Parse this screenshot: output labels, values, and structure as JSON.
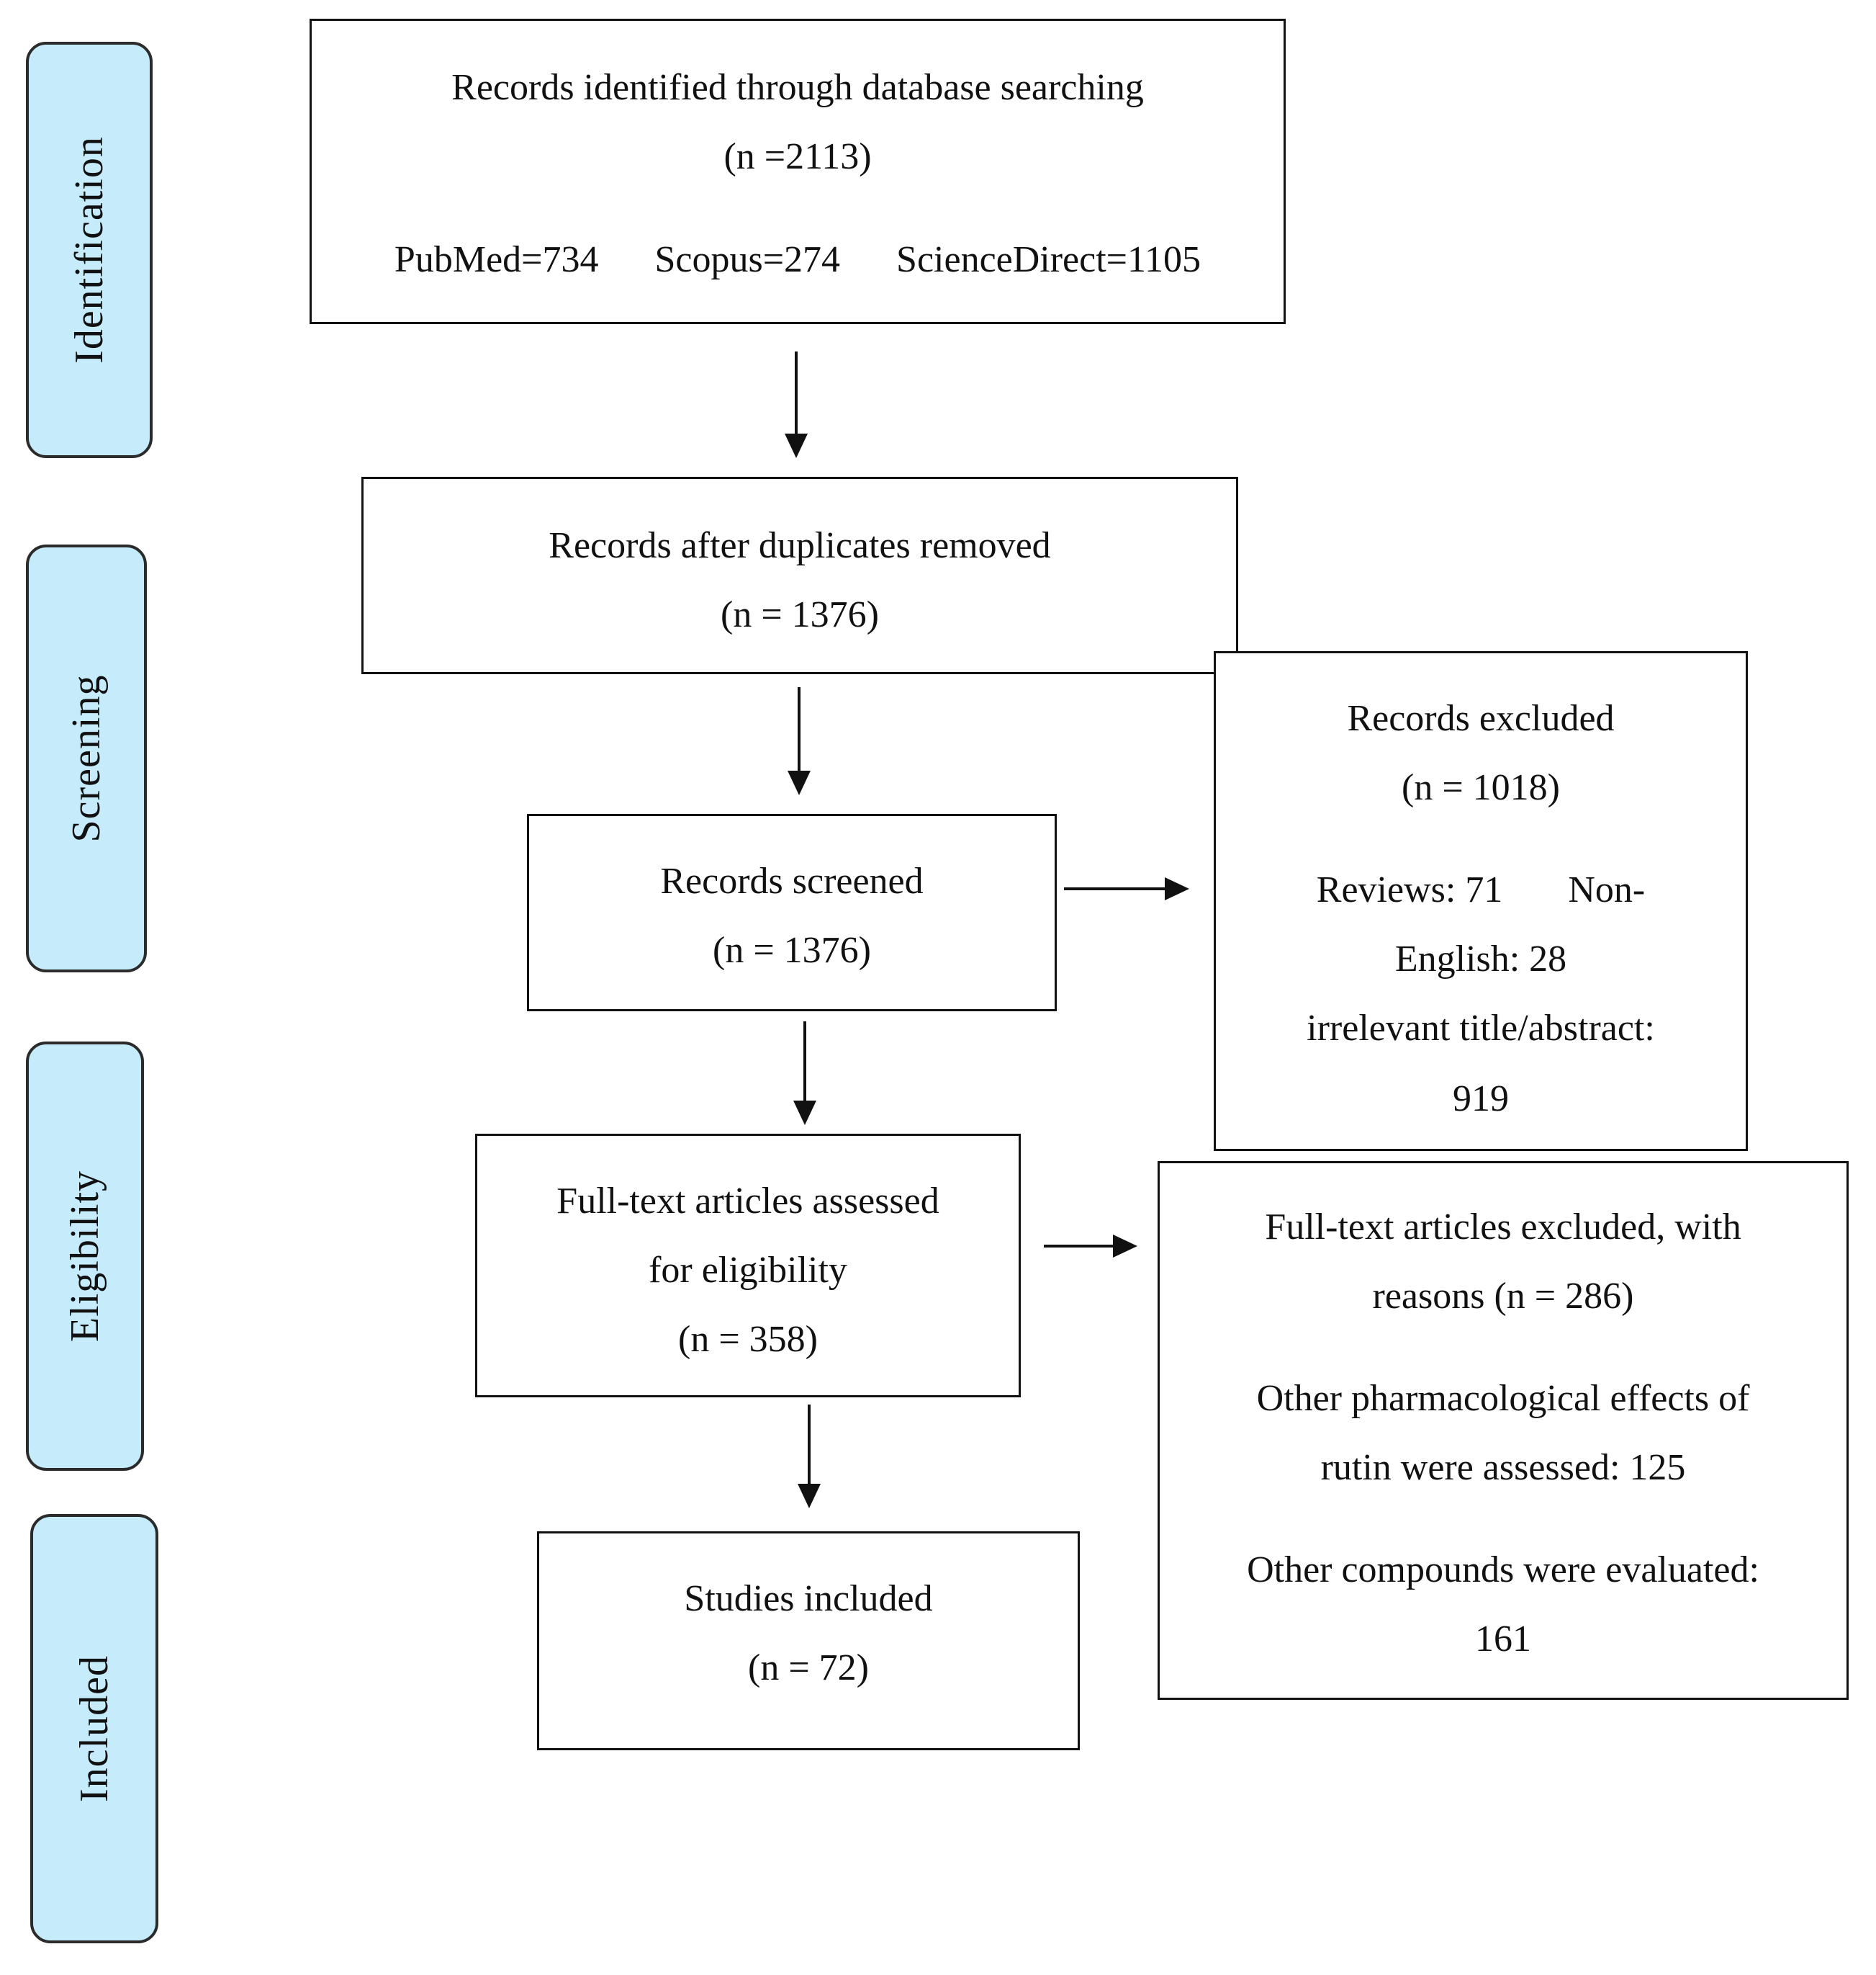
{
  "phases": {
    "identification": "Identification",
    "screening": "Screening",
    "eligibility": "Eligibility",
    "included": "Included"
  },
  "identified": {
    "line1": "Records identified through database searching",
    "line2": "(n =2113)",
    "sources": [
      "PubMed=734",
      "Scopus=274",
      "ScienceDirect=1105"
    ]
  },
  "duplicates_removed": {
    "line1": "Records after duplicates removed",
    "line2": "(n = 1376)"
  },
  "screened": {
    "line1": "Records screened",
    "line2": "(n = 1376)"
  },
  "excluded": {
    "line1": "Records excluded",
    "line2": "(n = 1018)",
    "line3": "Reviews: 71       Non-",
    "line4": "English: 28",
    "line5": "irrelevant title/abstract:",
    "line6": "919"
  },
  "fulltext": {
    "line1": "Full-text articles assessed",
    "line2": "for eligibility",
    "line3": "(n = 358)"
  },
  "fulltext_excluded": {
    "line1": "Full-text articles excluded, with",
    "line2": "reasons (n = 286)",
    "line3": "Other pharmacological effects of",
    "line4": "rutin were assessed: 125",
    "line5": "Other compounds were evaluated:",
    "line6": "161"
  },
  "included": {
    "line1": "Studies included",
    "line2": "(n = 72)"
  }
}
